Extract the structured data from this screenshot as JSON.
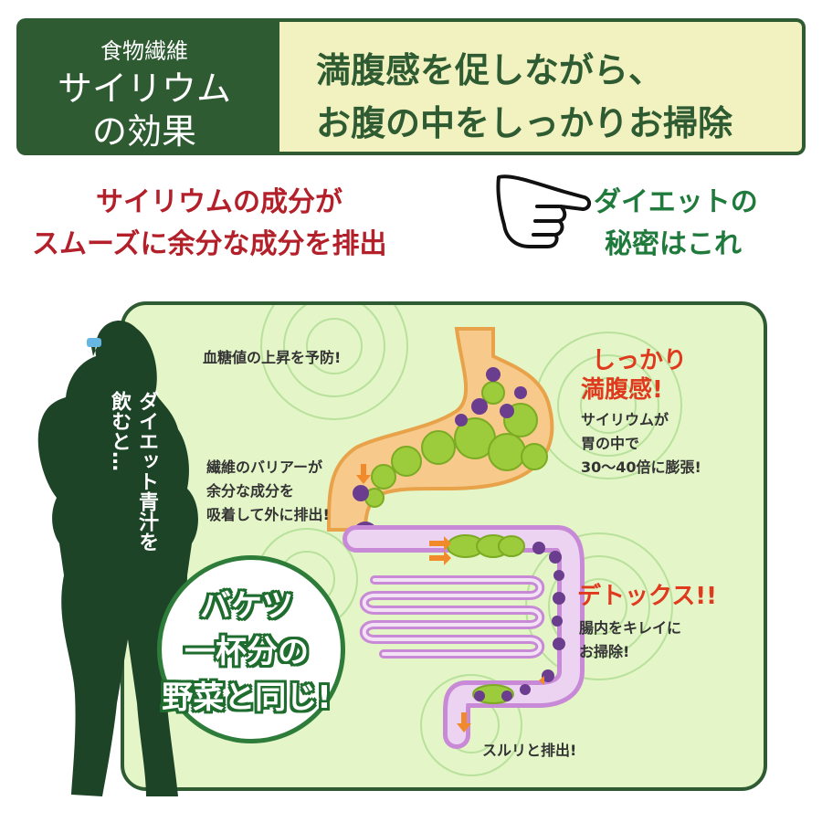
{
  "header": {
    "left_small": "食物繊維",
    "left_line1": "サイリウム",
    "left_line2": "の効果",
    "right_line1": "満腹感を促しながら、",
    "right_line2": "お腹の中をしっかりお掃除"
  },
  "subtitle": {
    "line1": "サイリウムの成分が",
    "line2": "スムーズに余分な成分を排出",
    "diet_line1": "ダイエットの",
    "diet_line2": "秘密はこれ"
  },
  "illustration": {
    "silhouette_text1": "飲むと…",
    "silhouette_text2": "ダイエット青汁を",
    "bucket_line1": "バケツ",
    "bucket_line2": "一杯分の",
    "bucket_line3": "野菜と同じ!",
    "note_blood_sugar": "血糖値の上昇を予防!",
    "note_fiber_1": "繊維のバリアーが",
    "note_fiber_2": "余分な成分を",
    "note_fiber_3": "吸着して外に排出!",
    "satiety_head_1": "しっかり",
    "satiety_head_2": "満腹感!",
    "satiety_body_1": "サイリウムが",
    "satiety_body_2": "胃の中で",
    "satiety_body_3": "30〜40倍に膨張!",
    "detox_head": "デトックス!!",
    "detox_body_1": "腸内をキレイに",
    "detox_body_2": "お掃除!",
    "excrete": "スルリと排出!"
  },
  "colors": {
    "header_dark_green": "#2f5b33",
    "header_light": "#f2f2c0",
    "red": "#b3202a",
    "green": "#1f7a3c",
    "orange_red": "#e03a1e",
    "panel_bg": "#e4f5c8"
  },
  "icons": [
    "pointing-hand-icon",
    "woman-silhouette",
    "stomach-illustration",
    "intestine-illustration"
  ]
}
